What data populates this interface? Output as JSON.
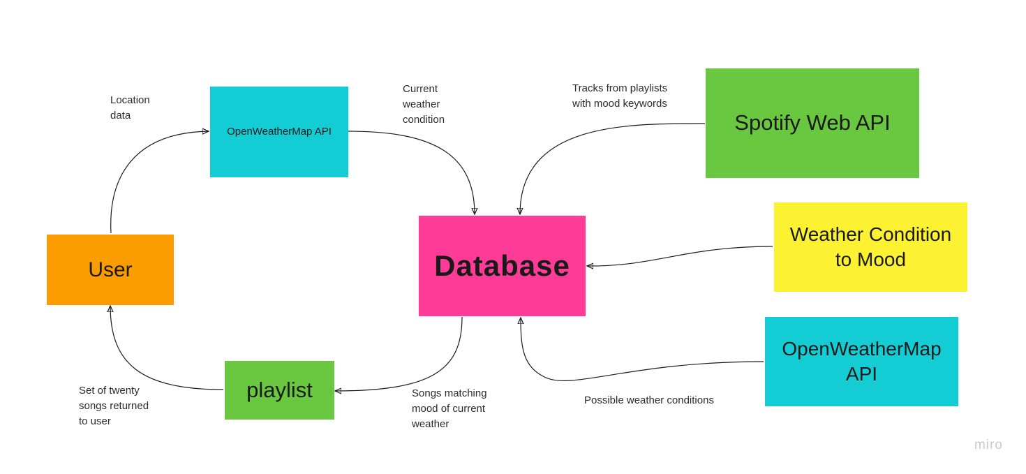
{
  "nodes": {
    "user": {
      "label": "User",
      "color": "#fb9d00"
    },
    "owm_top": {
      "label": "OpenWeatherMap API",
      "color": "#14cdd4"
    },
    "database": {
      "label": "Database",
      "color": "#fe3b96"
    },
    "spotify": {
      "label": "Spotify Web API",
      "color": "#69c83f"
    },
    "weather_mood": {
      "label": "Weather Condition to Mood",
      "color": "#fcf232"
    },
    "owm_right": {
      "label": "OpenWeatherMap API",
      "color": "#14cdd4"
    },
    "playlist": {
      "label": "playlist",
      "color": "#69c83f"
    }
  },
  "edge_labels": {
    "location": "Location\ndata",
    "current_weather": "Current\nweather\ncondition",
    "tracks": "Tracks from playlists\nwith mood keywords",
    "possible": "Possible weather conditions",
    "songs_matching": "Songs matching\nmood of current\nweather",
    "set_of_twenty": "Set of twenty\nsongs returned\nto user"
  },
  "watermark": "miro"
}
